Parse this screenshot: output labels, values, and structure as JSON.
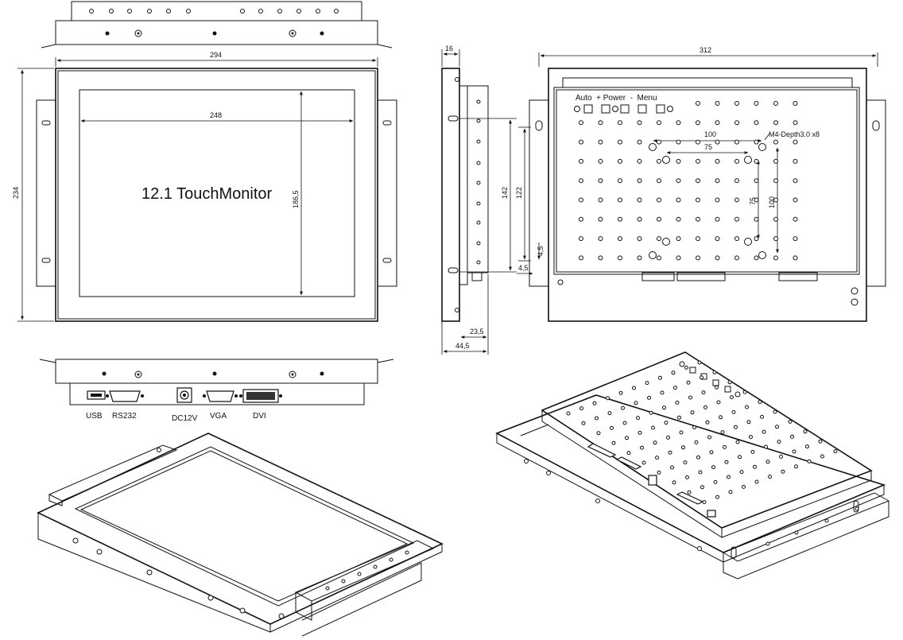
{
  "front_view": {
    "title": "12.1 TouchMonitor",
    "dim_total_width": "294",
    "dim_screen_width": "248",
    "dim_total_height": "234",
    "dim_screen_height": "186,5"
  },
  "bottom_view": {
    "ports": [
      "USB",
      "RS232",
      "DC12V",
      "VGA",
      "DVI"
    ]
  },
  "side_view": {
    "dim_depth_top": "16",
    "dim_142": "142",
    "dim_122": "122",
    "dim_4_5_a": "4,5",
    "dim_4_5_b": "4,5",
    "dim_23_5": "23,5",
    "dim_44_5": "44,5"
  },
  "back_view": {
    "dim_total_width": "312",
    "button_labels": "Auto  + Power  -  Menu",
    "vesa_note": "M4-Depth3.0 x8",
    "dim_100_h": "100",
    "dim_75_h": "75",
    "dim_75_v": "75",
    "dim_100_v": "100"
  }
}
